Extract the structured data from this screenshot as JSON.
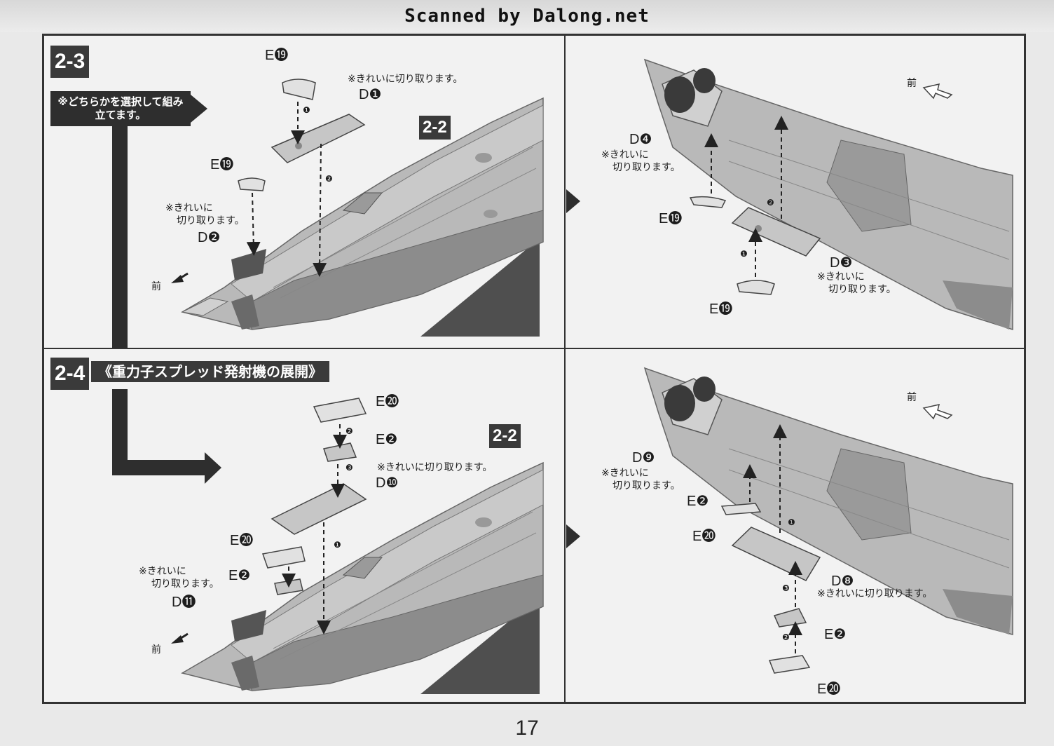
{
  "header": {
    "scan_credit": "Scanned by Dalong.net"
  },
  "steps": [
    {
      "id": "2-3",
      "choose_note": "※どちらかを選択して組み立てます。",
      "left": {
        "ref_badge": "2-2",
        "labels": {
          "e19_top": "E⓳",
          "d1": "D❶",
          "e19_mid": "E⓳",
          "d2": "D❷"
        },
        "notes": {
          "cut_d1": "※きれいに切り取ります。",
          "cut_d2_line1": "※きれいに",
          "cut_d2_line2": "切り取ります。"
        },
        "order": [
          "❶",
          "❷"
        ],
        "front": "前"
      },
      "right": {
        "labels": {
          "d4": "D❹",
          "e19_left": "E⓳",
          "d3": "D❸",
          "e19_bottom": "E⓳"
        },
        "notes": {
          "cut_d4_line1": "※きれいに",
          "cut_d4_line2": "切り取ります。",
          "cut_d3_line1": "※きれいに",
          "cut_d3_line2": "切り取ります。"
        },
        "order": [
          "❶",
          "❷"
        ],
        "front": "前"
      }
    },
    {
      "id": "2-4",
      "title": "《重力子スプレッド発射機の展開》",
      "left": {
        "ref_badge": "2-2",
        "labels": {
          "e20_top": "E⓴",
          "e2_top": "E❷",
          "d10": "D❿",
          "e20_mid": "E⓴",
          "e2_mid": "E❷",
          "d11": "D⓫"
        },
        "notes": {
          "cut_d10": "※きれいに切り取ります。",
          "cut_d11_line1": "※きれいに",
          "cut_d11_line2": "切り取ります。"
        },
        "order": [
          "❷",
          "❸",
          "❶"
        ],
        "front": "前"
      },
      "right": {
        "labels": {
          "d9": "D❾",
          "e2_top": "E❷",
          "e20_top": "E⓴",
          "d8": "D❽",
          "e2_bottom": "E❷",
          "e20_bottom": "E⓴"
        },
        "notes": {
          "cut_d9_line1": "※きれいに",
          "cut_d9_line2": "切り取ります。",
          "cut_d8": "※きれいに切り取ります。"
        },
        "order": [
          "❶",
          "❸",
          "❷"
        ],
        "front": "前"
      }
    }
  ],
  "footer": {
    "page_number": "17"
  },
  "colors": {
    "frame": "#333333",
    "banner": "#2e2e2e",
    "hull": "#b9b9b9",
    "hull_shadow": "#7d7d7d",
    "base": "#4f4f4f"
  }
}
